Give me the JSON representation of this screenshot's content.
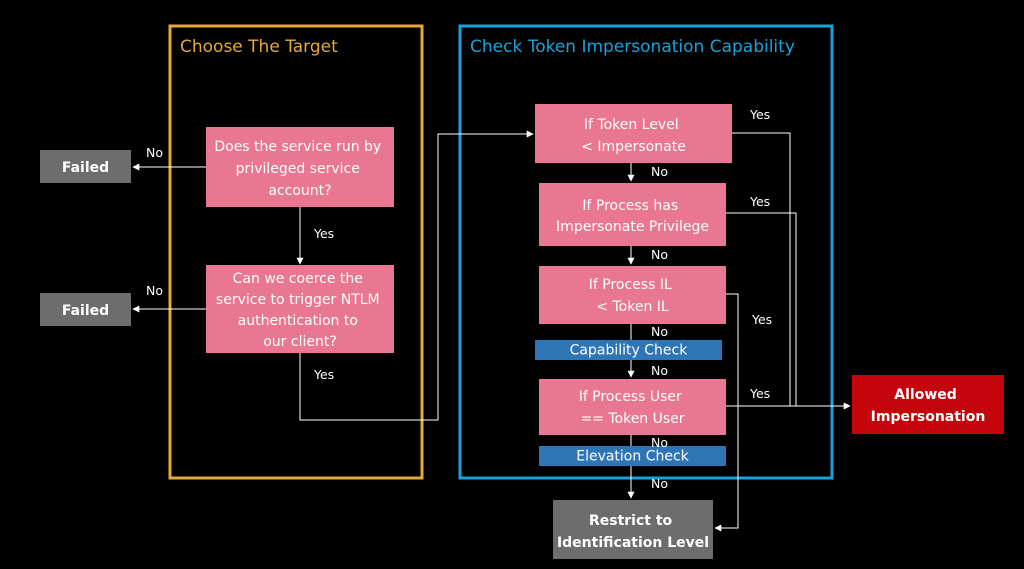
{
  "colors": {
    "background": "#000000",
    "target_frame": "#e5a93c",
    "capability_frame": "#17a3dc",
    "decision_box": "#ea7791",
    "result_gray": "#6d6d6d",
    "allowed_red": "#c5050c",
    "check_bar": "#2e75b6",
    "connector": "#ffffff"
  },
  "frames": {
    "target": {
      "title": "Choose The Target"
    },
    "capability": {
      "title": "Check Token Impersonation Capability"
    }
  },
  "nodes": {
    "service_account": {
      "lines": [
        "Does the service run by",
        "privileged service",
        "account?"
      ]
    },
    "coerce_ntlm": {
      "lines": [
        "Can we coerce the",
        "service to trigger NTLM",
        "authentication to",
        "our client?"
      ]
    },
    "failed_1": {
      "lines": [
        "Failed"
      ]
    },
    "failed_2": {
      "lines": [
        "Failed"
      ]
    },
    "token_level": {
      "lines": [
        "If Token Level",
        "< Impersonate"
      ]
    },
    "impersonate_privilege": {
      "lines": [
        "If Process has",
        "Impersonate Privilege"
      ]
    },
    "process_il": {
      "lines": [
        "If Process IL",
        "< Token IL"
      ]
    },
    "capability_check": {
      "lines": [
        "Capability Check"
      ]
    },
    "process_user": {
      "lines": [
        "If Process User",
        "== Token User"
      ]
    },
    "elevation_check": {
      "lines": [
        "Elevation Check"
      ]
    },
    "restrict": {
      "lines": [
        "Restrict to",
        "Identification Level"
      ]
    },
    "allowed": {
      "lines": [
        "Allowed",
        "Impersonation"
      ]
    }
  },
  "edge_labels": {
    "no_failed_1": "No",
    "yes_service": "Yes",
    "no_failed_2": "No",
    "yes_coerce": "Yes",
    "yes_token_level": "Yes",
    "no_token_level": "No",
    "yes_privilege": "Yes",
    "no_privilege": "No",
    "yes_process_il": "Yes",
    "no_process_il": "No",
    "no_capability": "No",
    "yes_process_user": "Yes",
    "no_process_user": "No",
    "no_elevation": "No"
  }
}
